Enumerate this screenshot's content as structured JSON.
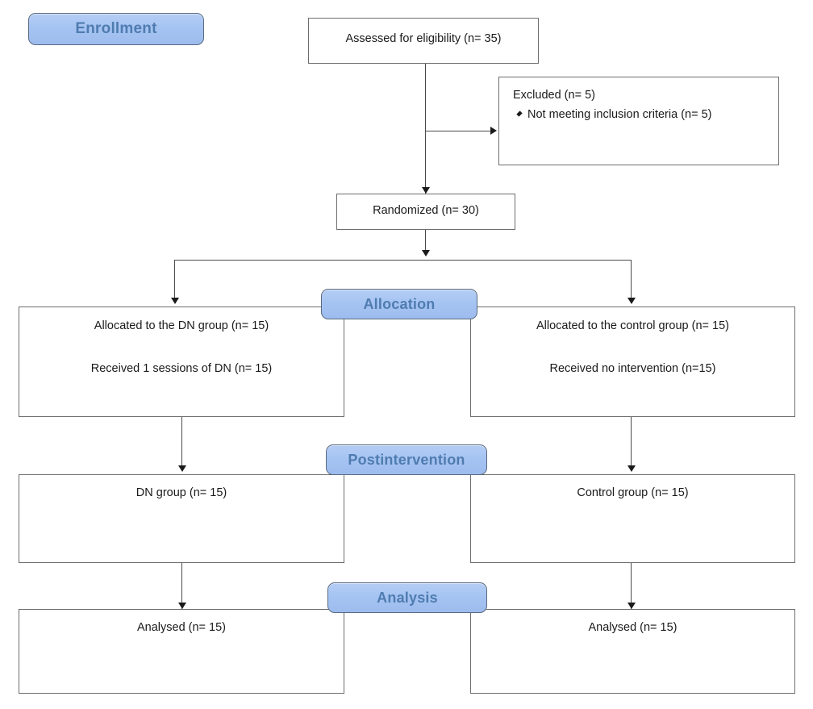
{
  "diagram": {
    "type": "consort-flow-diagram",
    "colors": {
      "banner_fill": "#a6c4f2",
      "banner_border": "#5a6a80",
      "banner_text": "#4f7cb0",
      "box_border": "#6e6e6e",
      "box_fill": "#ffffff",
      "text": "#1a1a1a",
      "connector": "#4a4a4a"
    },
    "stages": [
      {
        "id": "enrollment",
        "label": "Enrollment"
      },
      {
        "id": "allocation",
        "label": "Allocation"
      },
      {
        "id": "postintervention",
        "label": "Postintervention"
      },
      {
        "id": "analysis",
        "label": "Analysis"
      }
    ],
    "nodes": {
      "assessed": {
        "label": "Assessed for eligibility (n= 35)"
      },
      "excluded": {
        "title": "Excluded (n= 5)",
        "reasons": [
          "Not meeting inclusion criteria (n= 5)"
        ]
      },
      "randomized": {
        "label": "Randomized (n= 30)"
      },
      "alloc_dn": {
        "lines": [
          "Allocated to the DN group (n= 15)",
          "Received 1 sessions of DN (n= 15)"
        ]
      },
      "alloc_control": {
        "lines": [
          "Allocated to the control group (n= 15)",
          "Received no intervention (n=15)"
        ]
      },
      "post_dn": {
        "label": "DN group (n= 15)"
      },
      "post_control": {
        "label": "Control group (n= 15)"
      },
      "analysis_dn": {
        "label": "Analysed (n= 15)"
      },
      "analysis_control": {
        "label": "Analysed (n= 15)"
      }
    }
  }
}
